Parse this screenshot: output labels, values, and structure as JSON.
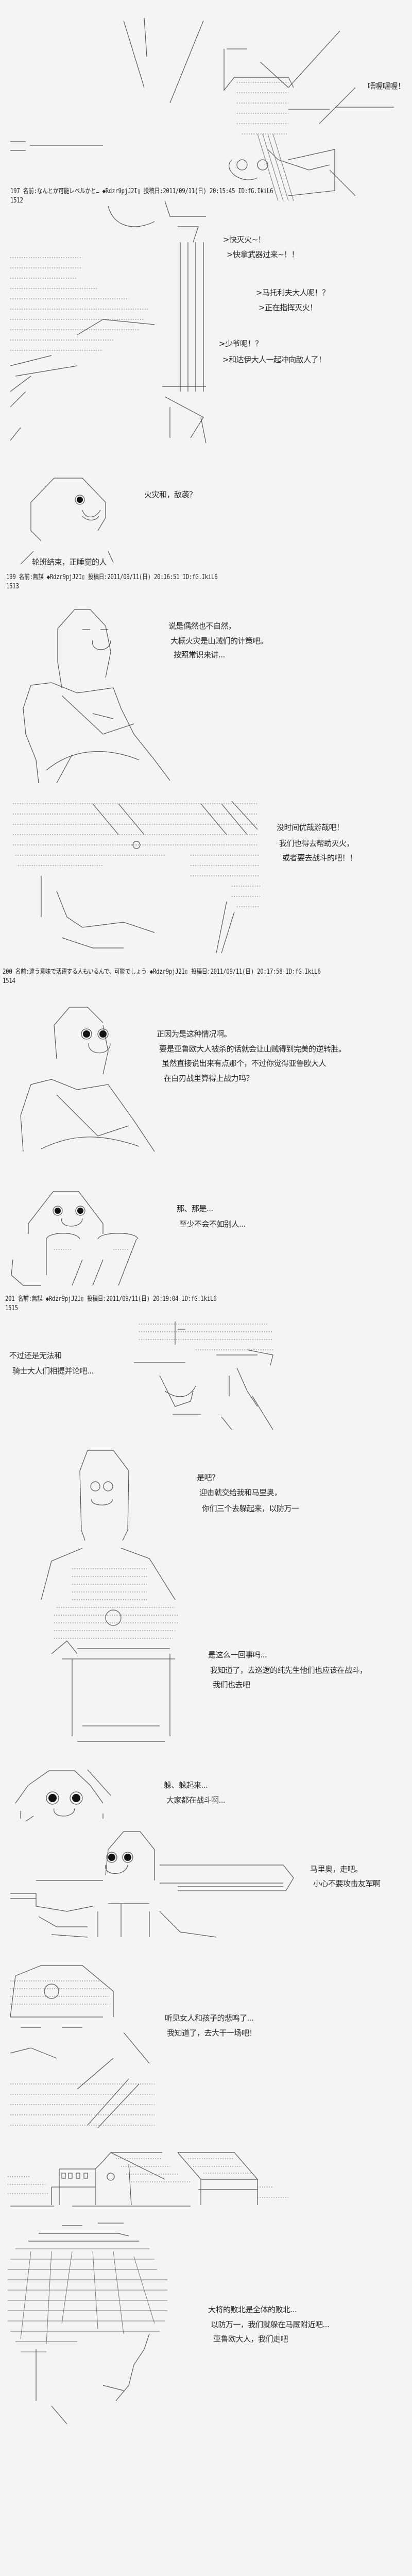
{
  "posts": [
    {
      "header": "197 名前:なんとか可能レベルかと… ◆Rdzr9pjJ2I▯ 投稿日:2011/09/11(日) 20:15:45 ID:fG.IkiL6",
      "number": "1512"
    },
    {
      "header": "199 名前:無謀 ◆Rdzr9pjJ2I▯ 投稿日:2011/09/11(日) 20:16:51 ID:fG.IkiL6",
      "number": "1513"
    },
    {
      "header": "200 名前:違う意味で活躍する人もいるんで、可能でしょう ◆Rdzr9pjJ2I▯ 投稿日:2011/09/11(日) 20:17:58 ID:fG.IkiL6",
      "number": "1514"
    },
    {
      "header": "201 名前:無謀 ◆Rdzr9pjJ2I▯ 投稿日:2011/09/11(日) 20:19:04 ID:fG.IkiL6",
      "number": "1515"
    }
  ],
  "dialogue": {
    "roar": "唔喔喔喔！",
    "shouts": [
      ">快灭火~！",
      ">快拿武器过来~！！",
      ">马托利夫大人呢！？",
      ">正在指挥灭火！",
      ">少爷呢！？",
      ">和达伊大人一起冲向敌人了！"
    ],
    "fire_attack": "火灾和，敌袭？",
    "caption_sleeping": "轮班结束，正睡觉的人",
    "not_natural": [
      "说是偶然也不自然，",
      "大概火灾是山贼们的计策吧。",
      "按照常识来讲..."
    ],
    "no_time": [
      "没时间优哉游哉吧！",
      "我们也得去帮助灭火，",
      "或者要去战斗的吧！！"
    ],
    "because": [
      "正因为是这种情况啊。",
      "要是亚鲁欧大人被杀的话就会让山贼得到完美的逆转胜。",
      "虽然直接说出来有点那个，不过你觉得亚鲁欧大人",
      "在白刃战里算得上战力吗？"
    ],
    "that_is": [
      "那、那是...",
      "至少不会不如别人..."
    ],
    "knights": [
      "不过还是无法和",
      "骑士大人们相提并论吧..."
    ],
    "right": [
      "是吧？",
      "迎击就交给我和马里奥，",
      "你们三个去躲起来，以防万一"
    ],
    "understood": [
      "是这么一回事吗...",
      "我知道了，去巡逻的纯先生他们也应该在战斗，",
      "我们也去吧"
    ],
    "hide": [
      "躲、躲起来...",
      "大家都在战斗啊..."
    ],
    "mario": [
      "马里奥，走吧。",
      "小心不要攻击友军啊"
    ],
    "screams": [
      "听见女人和孩子的悲鸣了...",
      "我知道了，去大干一场吧！"
    ],
    "defeat": [
      "大将的败北是全体的败北...",
      "以防万一，我们就躲在马厩附近吧...",
      "亚鲁欧大人，我们走吧"
    ]
  }
}
